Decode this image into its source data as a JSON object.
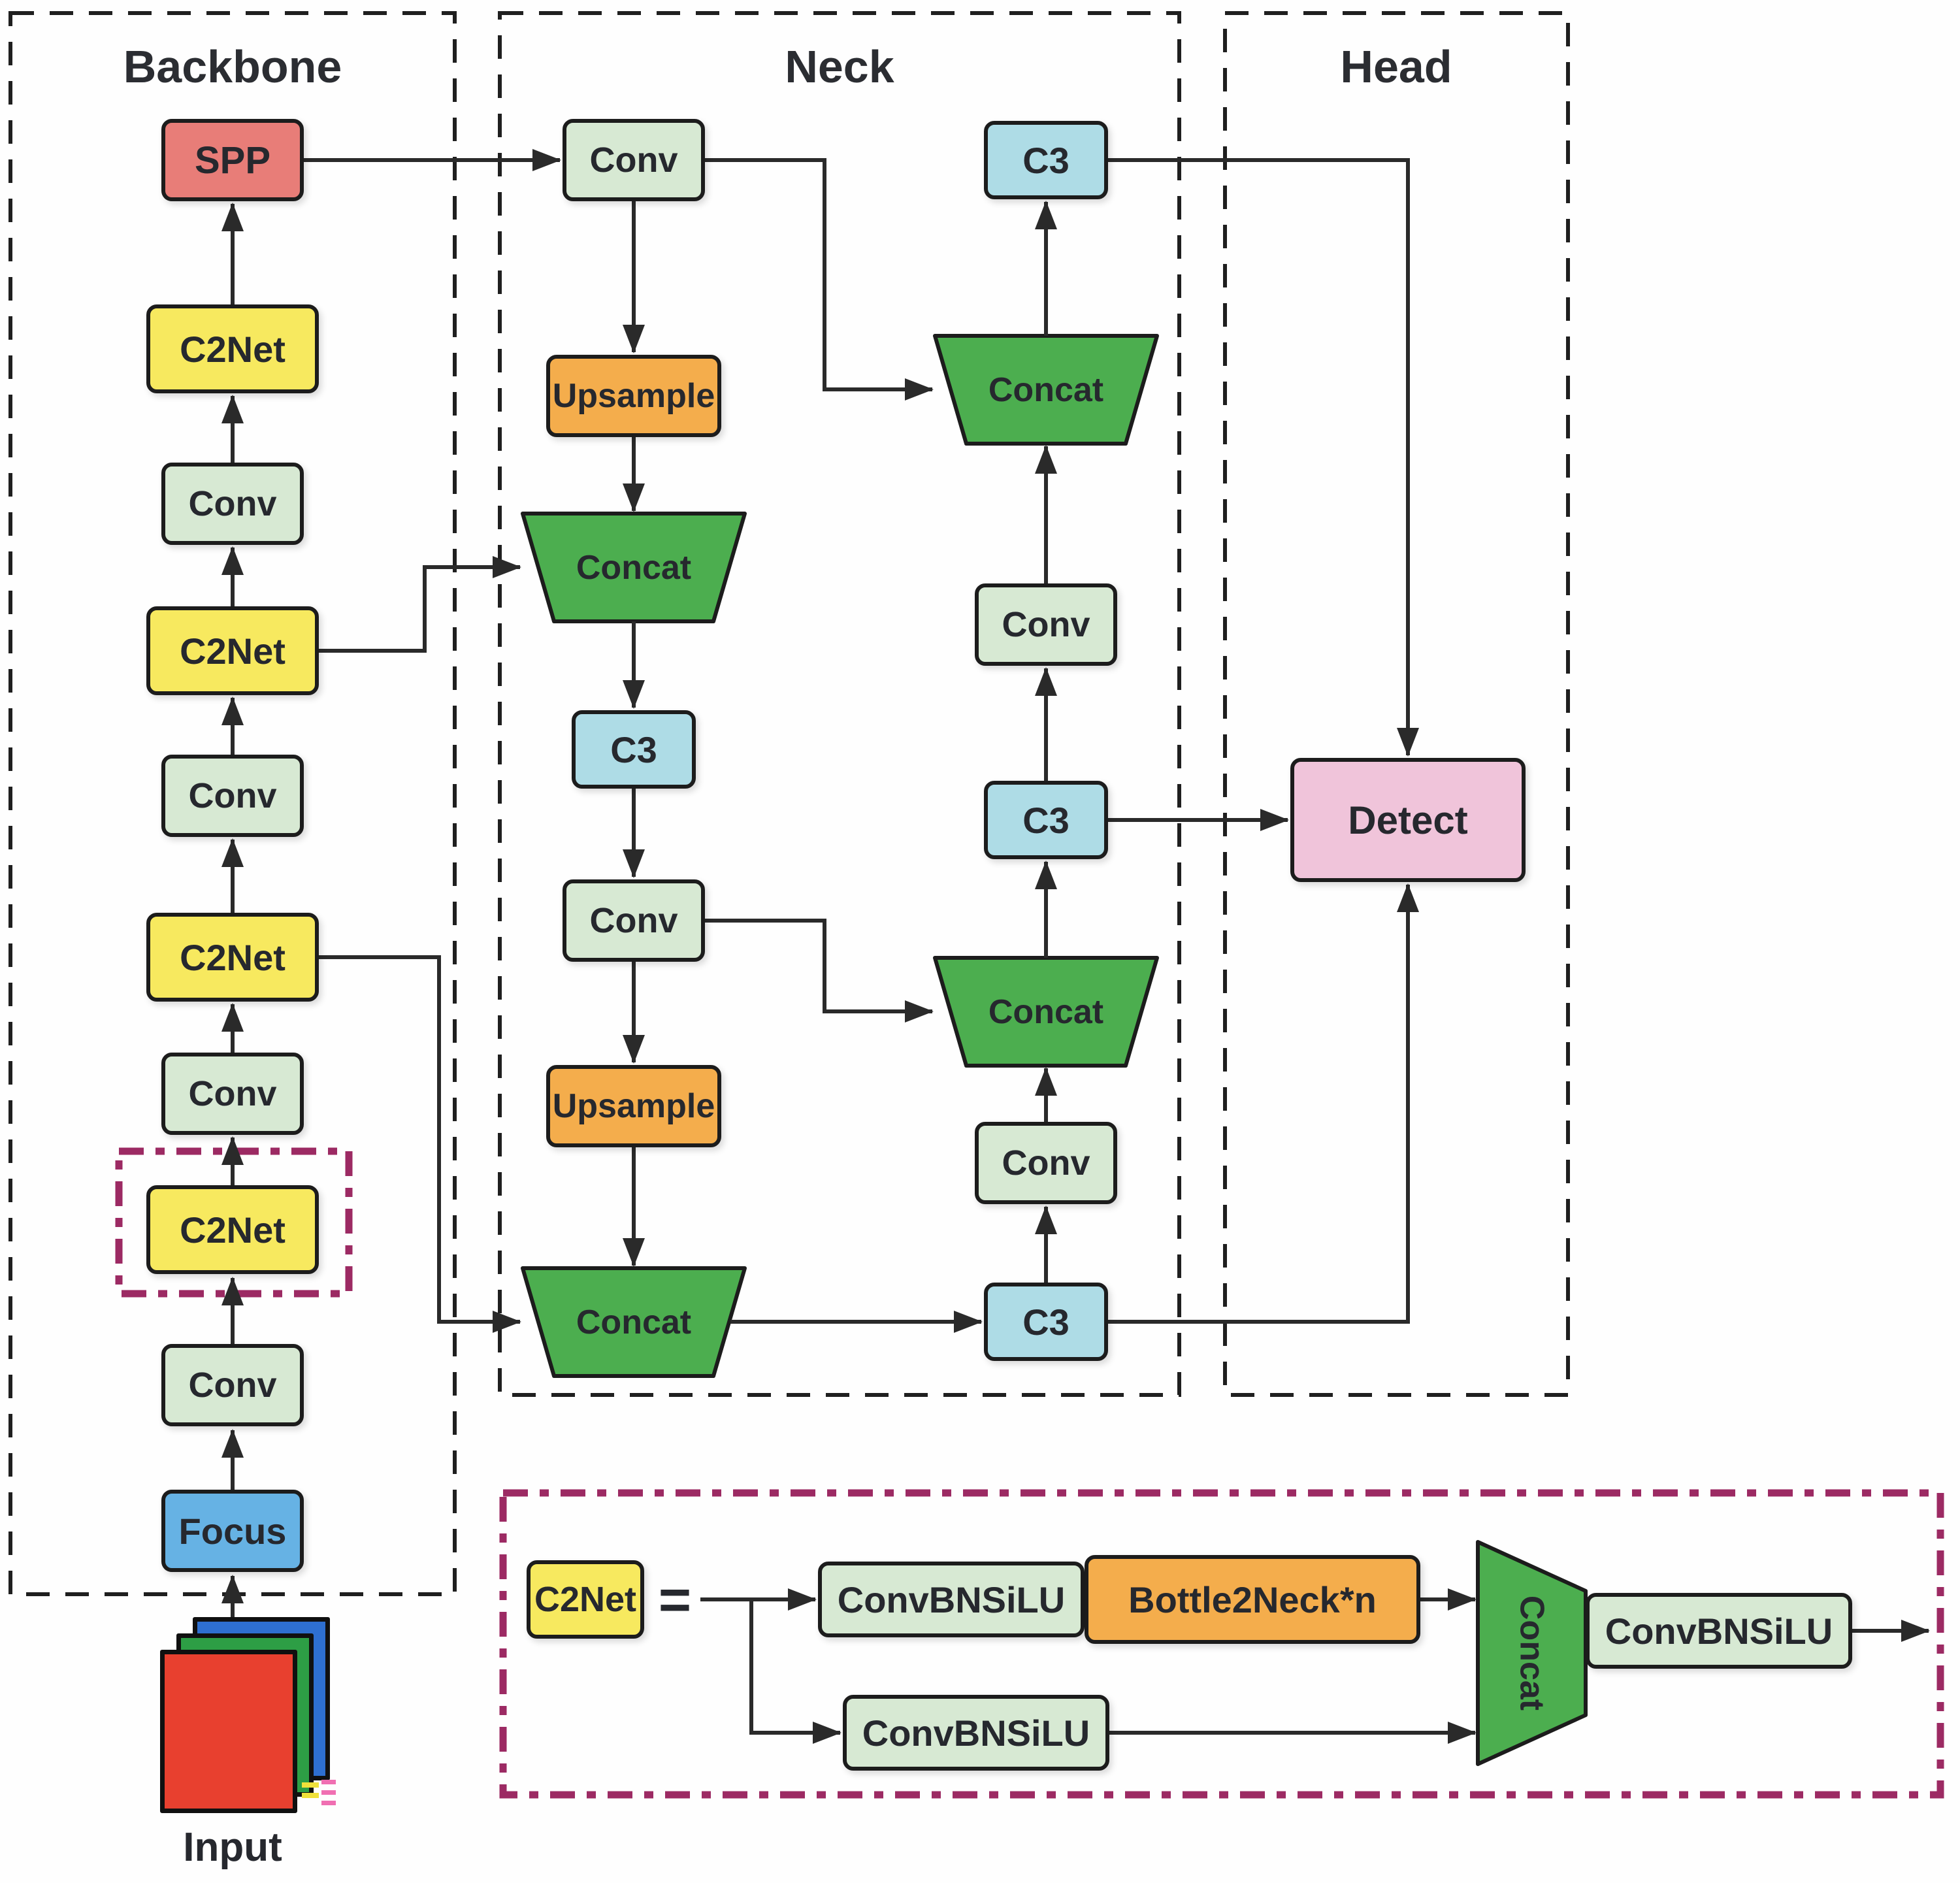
{
  "sections": {
    "backbone": {
      "title": "Backbone"
    },
    "neck": {
      "title": "Neck"
    },
    "head": {
      "title": "Head"
    }
  },
  "labels": {
    "spp": "SPP",
    "c2net": "C2Net",
    "conv": "Conv",
    "focus": "Focus",
    "input": "Input",
    "upsample": "Upsample",
    "concat": "Concat",
    "c3": "C3",
    "detect": "Detect",
    "convbnsilu": "ConvBNSiLU",
    "bottle2neck": "Bottle2Neck*n",
    "equals": "="
  },
  "structure": {
    "backbone_sequence": [
      "Input",
      "Focus",
      "Conv",
      "C2Net",
      "Conv",
      "C2Net",
      "Conv",
      "C2Net",
      "Conv",
      "C2Net",
      "SPP"
    ],
    "neck_left_column_top_to_bottom": [
      "Conv",
      "Upsample",
      "Concat",
      "C3",
      "Conv",
      "Upsample",
      "Concat"
    ],
    "neck_right_column_bottom_to_top": [
      "C3",
      "Conv",
      "Concat",
      "C3",
      "Conv",
      "Concat",
      "C3"
    ],
    "head_sequence": [
      "Detect"
    ],
    "detect_inputs": [
      "C3 (top)",
      "C3 (middle)",
      "C3 (bottom)"
    ],
    "c2net_definition": "C2Net = ConvBNSiLU + Bottle2Neck*n and parallel ConvBNSiLU, merged by Concat then ConvBNSiLU",
    "highlighted_block": "C2Net (dash-dot magenta outline in backbone)"
  },
  "colors": {
    "spp": "#e87d78",
    "c2net": "#f7e95f",
    "conv": "#d7e9d3",
    "focus": "#66b2e4",
    "upsample": "#f4ad4c",
    "concat": "#4cae4f",
    "c3": "#aedce6",
    "detect": "#f0c4da",
    "magenta": "#9c2a63",
    "frame": "#1f1f1f",
    "line": "#2a2a2a",
    "input_red": "#e8402f",
    "input_green": "#2d9e45",
    "input_blue": "#2e6fd0",
    "mark_yellow": "#f0e13a",
    "mark_pink": "#f06fb2"
  }
}
